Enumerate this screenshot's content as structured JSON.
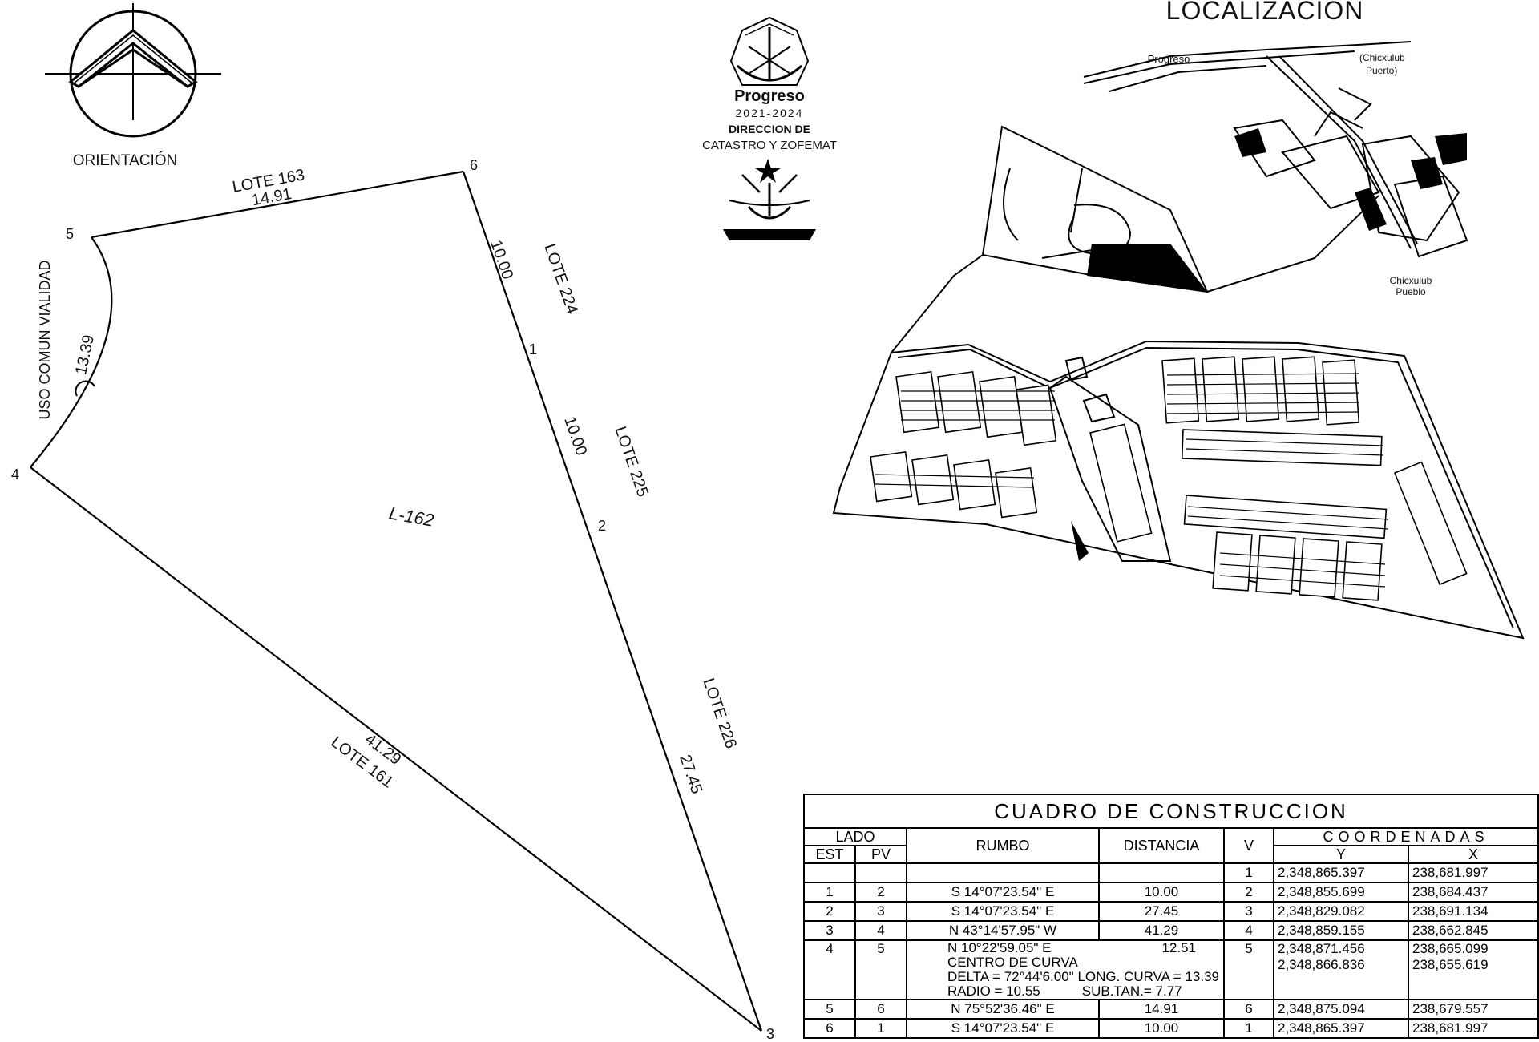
{
  "orientation": {
    "label": "ORIENTACIÓN",
    "icon": "north-arrow-icon"
  },
  "parcel": {
    "lot_label": "L-162",
    "vertices": [
      "1",
      "2",
      "3",
      "4",
      "5",
      "6"
    ],
    "edges": {
      "north_lot": "LOTE 163",
      "north_dist": "14.91",
      "east_dist_upper": "10.00",
      "east_lot_upper": "LOTE 224",
      "east_dist_mid": "10.00",
      "east_lot_mid": "LOTE 225",
      "east_lot_lower": "LOTE 226",
      "east_dist_lower": "27.45",
      "south_dist": "41.29",
      "south_lot": "LOTE 161",
      "west_use": "USO COMUN VIALIDAD",
      "curve_length": "13.39"
    }
  },
  "seal": {
    "name": "Progreso",
    "period": "2021-2024",
    "department_line1": "DIRECCION DE",
    "department_line2": "CATASTRO Y ZOFEMAT"
  },
  "location": {
    "title": "LOCALIZACION",
    "places": {
      "progreso": "Progreso",
      "chicxulub_puerto": "(Chicxulub\nPuerto)",
      "chicxulub_pueblo": "Chicxulub\nPueblo"
    }
  },
  "table": {
    "title": "CUADRO DE CONSTRUCCION",
    "headers": {
      "lado": "LADO",
      "est": "EST",
      "pv": "PV",
      "rumbo": "RUMBO",
      "distancia": "DISTANCIA",
      "v": "V",
      "coordenadas": "COORDENADAS",
      "y": "Y",
      "x": "X"
    },
    "rows": [
      {
        "est": "",
        "pv": "",
        "rumbo": "",
        "dist": "",
        "v": "1",
        "y": "2,348,865.397",
        "x": "238,681.997"
      },
      {
        "est": "1",
        "pv": "2",
        "rumbo": "S 14°07'23.54\" E",
        "dist": "10.00",
        "v": "2",
        "y": "2,348,855.699",
        "x": "238,684.437"
      },
      {
        "est": "2",
        "pv": "3",
        "rumbo": "S 14°07'23.54\" E",
        "dist": "27.45",
        "v": "3",
        "y": "2,348,829.082",
        "x": "238,691.134"
      },
      {
        "est": "3",
        "pv": "4",
        "rumbo": "N 43°14'57.95\" W",
        "dist": "41.29",
        "v": "4",
        "y": "2,348,859.155",
        "x": "238,662.845"
      },
      {
        "est": "4",
        "pv": "5",
        "rumbo": "N 10°22'59.05\" E",
        "dist": "12.51",
        "v": "5",
        "y": "2,348,871.456",
        "x": "238,665.099",
        "curve_center_label": "CENTRO DE CURVA",
        "curve_center_y": "2,348,866.836",
        "curve_center_x": "238,655.619",
        "curve_delta": "DELTA = 72°44'6.00\"",
        "curve_length": "LONG. CURVA = 13.39",
        "curve_radius": "RADIO = 10.55",
        "curve_subtan": "SUB.TAN.= 7.77"
      },
      {
        "est": "5",
        "pv": "6",
        "rumbo": "N 75°52'36.46\" E",
        "dist": "14.91",
        "v": "6",
        "y": "2,348,875.094",
        "x": "238,679.557"
      },
      {
        "est": "6",
        "pv": "1",
        "rumbo": "S 14°07'23.54\" E",
        "dist": "10.00",
        "v": "1",
        "y": "2,348,865.397",
        "x": "238,681.997"
      }
    ]
  }
}
